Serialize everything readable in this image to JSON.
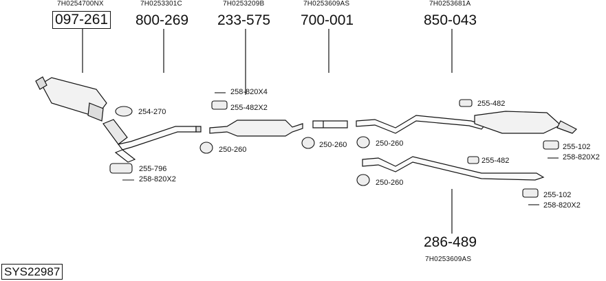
{
  "system_id": "SYS22987",
  "parts": [
    {
      "oem": "7H0254700NX",
      "number": "097-261"
    },
    {
      "oem": "7H0253301C",
      "number": "800-269"
    },
    {
      "oem": "7H0253209B",
      "number": "233-575"
    },
    {
      "oem": "7H0253609AS",
      "number": "700-001"
    },
    {
      "oem": "7H0253681A",
      "number": "850-043"
    },
    {
      "oem": "7H0253609AS",
      "number": "286-489"
    }
  ],
  "accessories": {
    "a1": "254-270",
    "a2": "255-796",
    "a3": "258-820X2",
    "a4": "258-820X4",
    "a5": "255-482X2",
    "a6": "250-260",
    "a7": "250-260",
    "a8": "250-260",
    "a9": "255-482",
    "a10": "255-102",
    "a11": "258-820X2",
    "a12": "255-482",
    "a13": "250-260",
    "a14": "255-102",
    "a15": "258-820X2"
  }
}
